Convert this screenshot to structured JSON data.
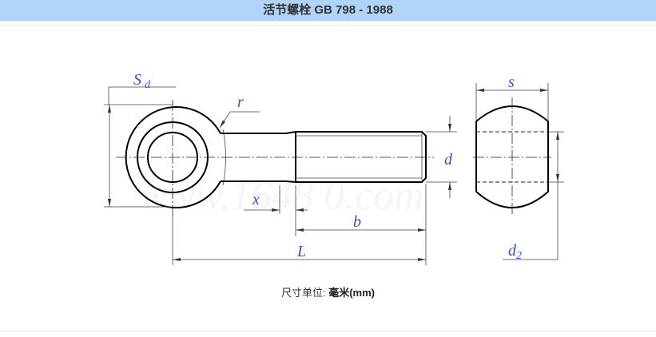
{
  "header": {
    "title": "活节螺栓 GB 798 - 1988"
  },
  "drawing": {
    "labels": {
      "Sd_main": "S",
      "Sd_sub": "d",
      "r": "r",
      "x": "x",
      "b": "b",
      "L": "L",
      "d": "d",
      "s": "s",
      "d2_main": "d",
      "d2_sub": "2"
    },
    "watermark": "www.1648 0.com"
  },
  "footer": {
    "unit_label": "尺寸单位: ",
    "unit_value": "毫米(mm)"
  }
}
